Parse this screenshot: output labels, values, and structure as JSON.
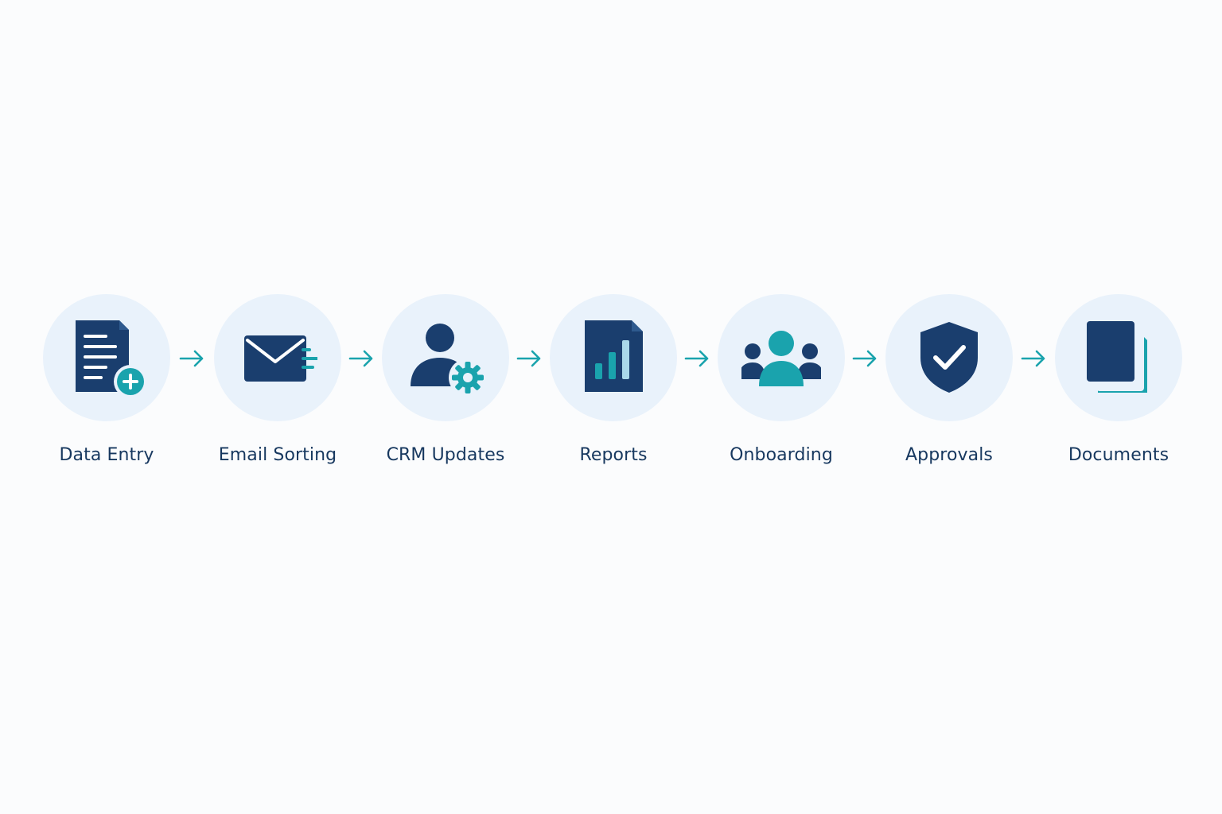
{
  "colors": {
    "navy": "#1a3e6e",
    "teal": "#1aa3ad",
    "circle_bg": "#e9f2fb",
    "label": "#17385f",
    "background": "#fbfcfd"
  },
  "steps": [
    {
      "label": "Data Entry",
      "icon": "document-add-icon"
    },
    {
      "label": "Email Sorting",
      "icon": "email-fast-icon"
    },
    {
      "label": "CRM Updates",
      "icon": "user-gear-icon"
    },
    {
      "label": "Reports",
      "icon": "report-chart-icon"
    },
    {
      "label": "Onboarding",
      "icon": "users-group-icon"
    },
    {
      "label": "Approvals",
      "icon": "shield-check-icon"
    },
    {
      "label": "Documents",
      "icon": "documents-stack-icon"
    }
  ]
}
